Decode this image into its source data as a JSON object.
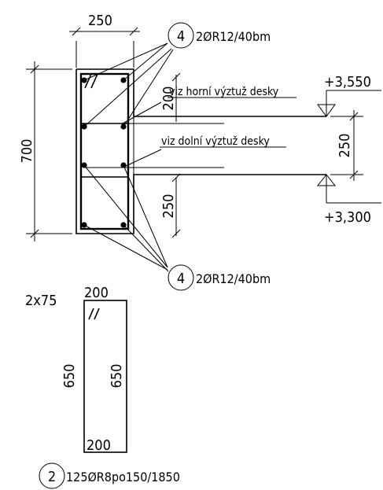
{
  "dimensions": {
    "beam_width": "250",
    "beam_height": "700",
    "top_offset": "200",
    "slab_thickness": "250",
    "bottom_offset": "250"
  },
  "levels": {
    "top": "+3,550",
    "bottom": "+3,300"
  },
  "callouts": {
    "top_marker": "4",
    "top_text": "2ØR12/40bm",
    "bottom_marker": "4",
    "bottom_text": "2ØR12/40bm",
    "stirrup_marker": "2",
    "stirrup_text": "125ØR8po150/1850"
  },
  "notes": {
    "upper": "viz horní výztuž desky",
    "lower": "viz dolní výztuž desky"
  },
  "stirrup": {
    "hooks": "2x75",
    "top": "200",
    "left": "650",
    "right": "650",
    "bottom": "200"
  }
}
